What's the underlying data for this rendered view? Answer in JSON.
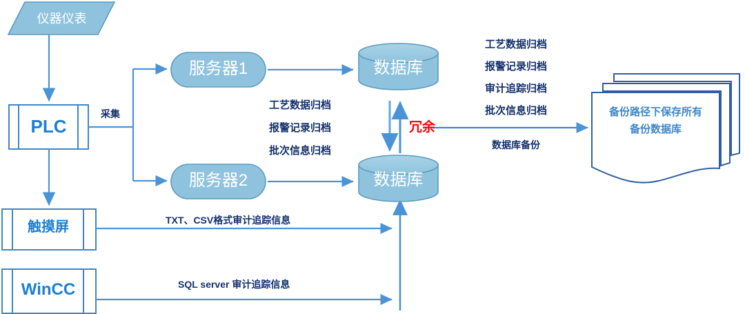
{
  "diagram": {
    "title": "Data archiving and backup architecture",
    "colors": {
      "shape_fill": "#8fc3dd",
      "shape_stroke": "#5b9bbf",
      "arrow_blue": "#4a94d6",
      "line_blue": "#3f86c8",
      "text_navy": "#14306b",
      "text_blue": "#1b7fd4",
      "text_red": "#ff0000",
      "text_white": "#ffffff",
      "doc_stroke": "#2f5f9e",
      "doc_text": "#4a90d9"
    },
    "nodes": {
      "instrument": "仪器仪表",
      "plc": "PLC",
      "touchscreen": "触摸屏",
      "wincc": "WinCC",
      "server1": "服务器1",
      "server2": "服务器2",
      "database_top": "数据库",
      "database_bottom": "数据库",
      "backup_docs_line1": "备份路径下保存所有",
      "backup_docs_line2": "备份数据库"
    },
    "edge_labels": {
      "collect": "采集",
      "redundancy": "冗余",
      "touchscreen_to_db": "TXT、CSV格式审计追踪信息",
      "wincc_to_db": "SQL server 审计追踪信息",
      "db_backup": "数据库备份"
    },
    "archive_list_center": [
      "工艺数据归档",
      "报警记录归档",
      "批次信息归档"
    ],
    "archive_list_right": [
      "工艺数据归档",
      "报警记录归档",
      "审计追踪归档",
      "批次信息归档"
    ]
  }
}
